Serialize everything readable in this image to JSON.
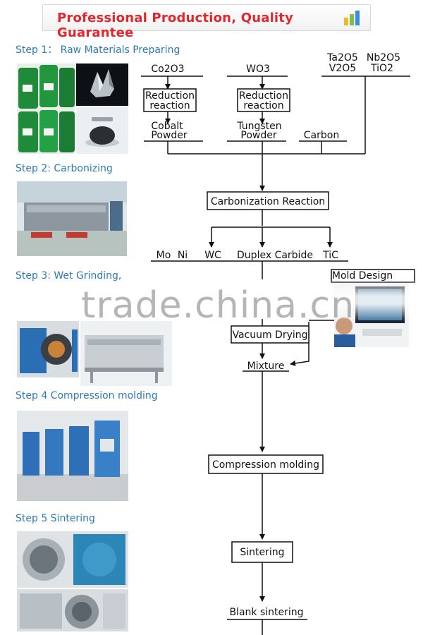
{
  "banner": {
    "title": "Professional Production,  Quality Guarantee",
    "icon": "bar-chart-icon"
  },
  "steps": {
    "s1": "Step 1： Raw Materials Preparing",
    "s2": "Step 2: Carbonizing",
    "s3": "Step 3: Wet Grinding,",
    "s4": "Step 4 Compression molding",
    "s5": "Step 5  Sintering"
  },
  "materials": {
    "co2o3": "Co2O3",
    "wo3": "WO3",
    "ta2o5": "Ta2O5",
    "nb2o5": "Nb2O5",
    "v2o5": "V2O5",
    "tio2": "TiO2"
  },
  "reduction": {
    "line1": "Reduction",
    "line2": "reaction"
  },
  "powders": {
    "cobalt_1": "Cobalt",
    "cobalt_2": "Powder",
    "tungsten_1": "Tungsten",
    "tungsten_2": "Powder",
    "carbon": "Carbon"
  },
  "carbonization": "Carbonization Reaction",
  "outputs": {
    "mo": "Mo",
    "ni": "Ni",
    "wc": "WC",
    "duplex": "Duplex Carbide",
    "tic": "TiC"
  },
  "mold_design": "Mold Design",
  "vacuum_drying": "Vacuum Drying",
  "mixture": "Mixture",
  "compression": "Compression molding",
  "sintering": "Sintering",
  "blank": "Blank sintering",
  "watermark": "trade.china.cn",
  "colors": {
    "banner_text": "#e2262e",
    "step_text": "#2c7bb6"
  }
}
